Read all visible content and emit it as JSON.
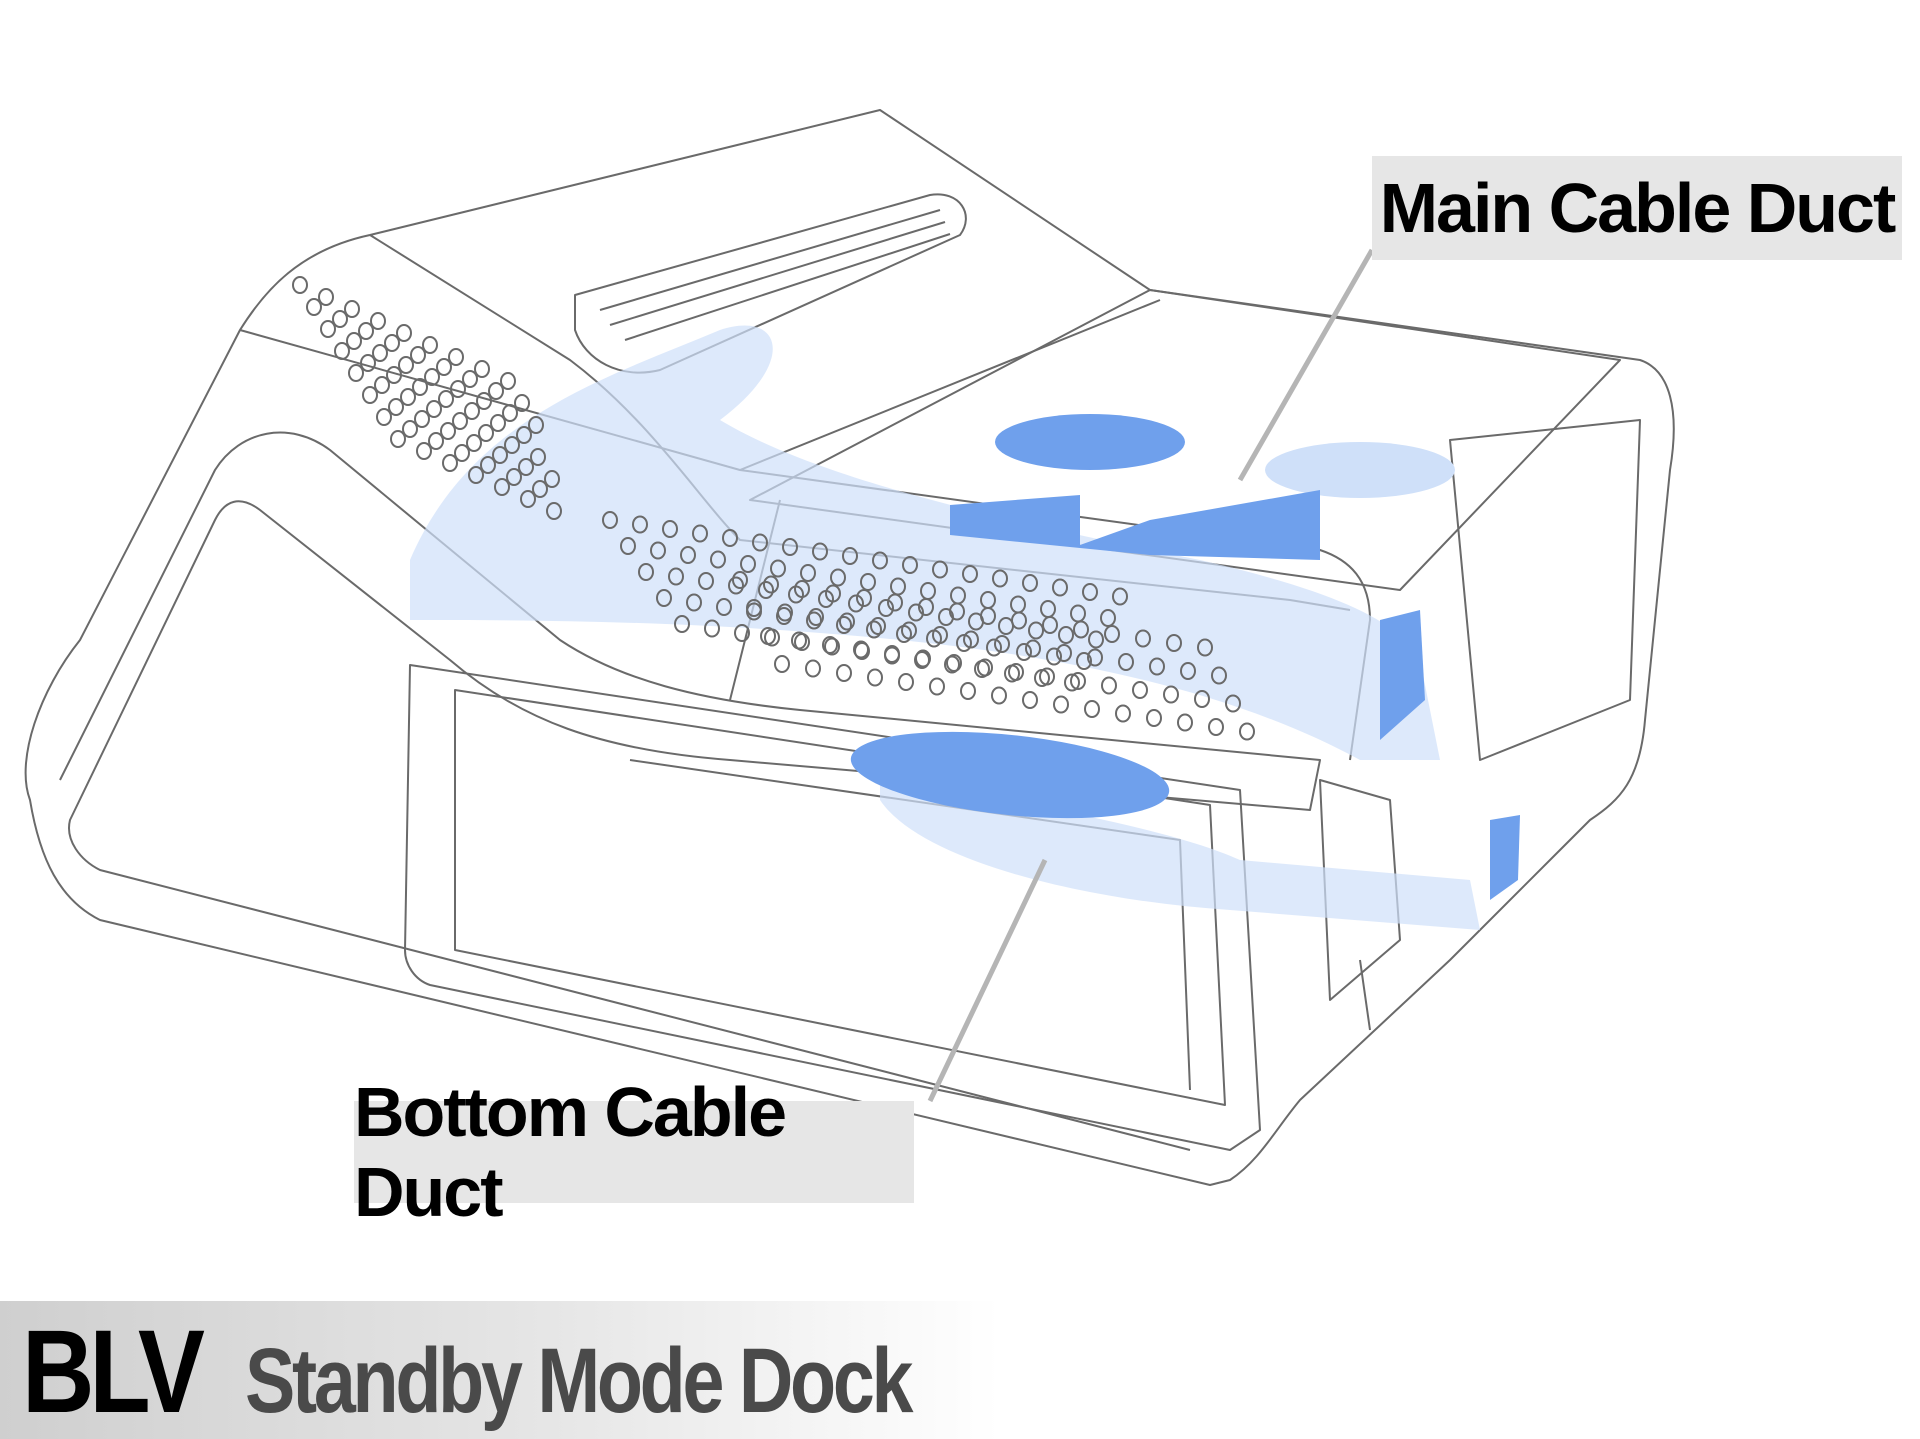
{
  "labels": {
    "main_cable_duct": "Main Cable Duct",
    "bottom_cable_duct": "Bottom Cable Duct"
  },
  "title": {
    "brand": "BLV",
    "product": "Standby Mode Dock"
  },
  "colors": {
    "outline": "#6a6a6a",
    "duct_blue": "#6fa0ec",
    "duct_blue_light": "#cfe0f9",
    "callout_bg": "#e6e6e6",
    "leader_line": "#b5b5b5"
  }
}
